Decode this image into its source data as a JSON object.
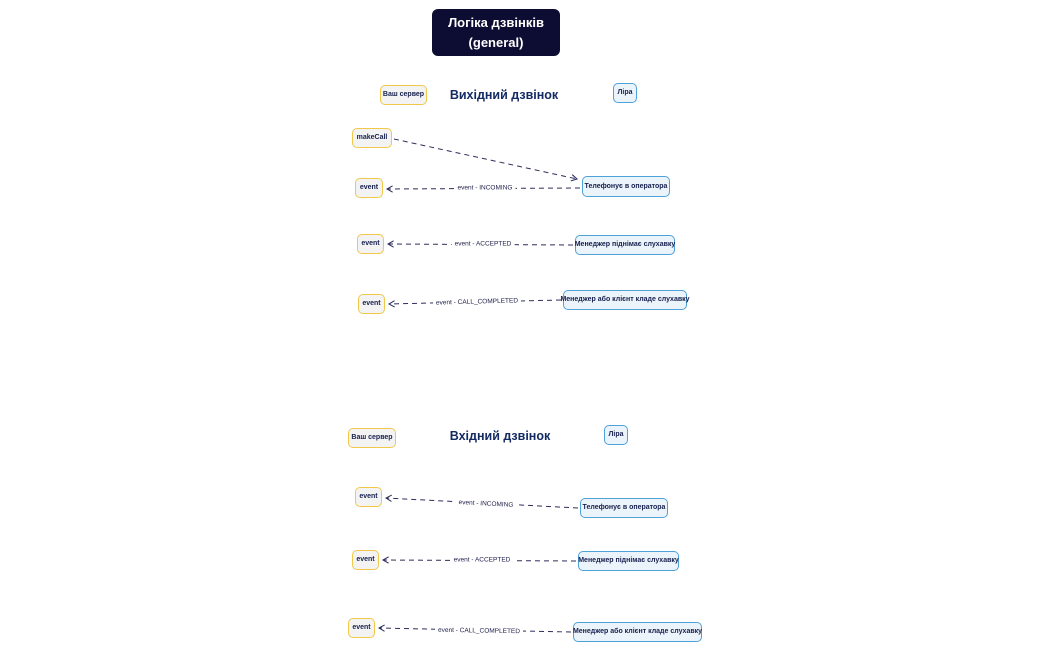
{
  "title": {
    "text": "Логіка дзвінків\n(general)"
  },
  "colors": {
    "title_bg": "#0d0d33",
    "title_text": "#ffffff",
    "yellow_border": "#f2c84b",
    "blue_border": "#4da3d8",
    "heading_text": "#132a63",
    "line": "#2e2e5c"
  },
  "sections": [
    {
      "heading": "Вихідний дзвінок",
      "server": "Ваш сервер",
      "provider": "Ліра",
      "make_call": "makeCall",
      "rows": [
        {
          "event": "event",
          "label": "event - INCOMING",
          "action": "Телефонує в оператора"
        },
        {
          "event": "event",
          "label": "event - ACCEPTED",
          "action": "Менеджер піднімає слухавку"
        },
        {
          "event": "event",
          "label": "event - CALL_COMPLETED",
          "action": "Менеджер або клієнт кладе слухавку"
        }
      ]
    },
    {
      "heading": "Вхідний дзвінок",
      "server": "Ваш сервер",
      "provider": "Ліра",
      "rows": [
        {
          "event": "event",
          "label": "event - INCOMING",
          "action": "Телефонує в оператора"
        },
        {
          "event": "event",
          "label": "event - ACCEPTED",
          "action": "Менеджер піднімає слухавку"
        },
        {
          "event": "event",
          "label": "event - CALL_COMPLETED",
          "action": "Менеджер або клієнт кладе слухавку"
        }
      ]
    }
  ]
}
